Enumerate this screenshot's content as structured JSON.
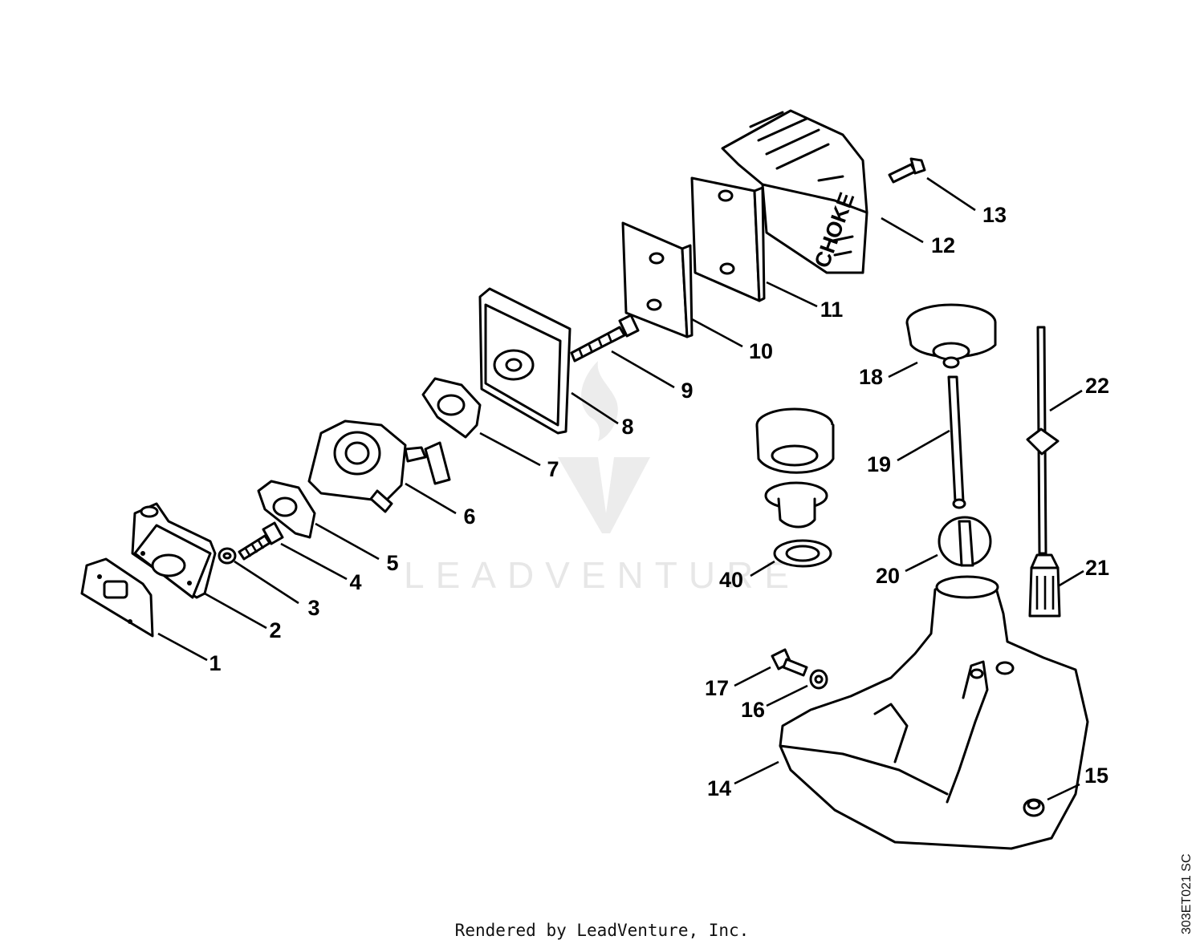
{
  "watermark": {
    "text": "LEADVENTURE"
  },
  "callouts": [
    {
      "id": "1",
      "label": "1"
    },
    {
      "id": "2",
      "label": "2"
    },
    {
      "id": "3",
      "label": "3"
    },
    {
      "id": "4",
      "label": "4"
    },
    {
      "id": "5",
      "label": "5"
    },
    {
      "id": "6",
      "label": "6"
    },
    {
      "id": "7",
      "label": "7"
    },
    {
      "id": "8",
      "label": "8"
    },
    {
      "id": "9",
      "label": "9"
    },
    {
      "id": "10",
      "label": "10"
    },
    {
      "id": "11",
      "label": "11"
    },
    {
      "id": "12",
      "label": "12"
    },
    {
      "id": "13",
      "label": "13"
    },
    {
      "id": "14",
      "label": "14"
    },
    {
      "id": "15",
      "label": "15"
    },
    {
      "id": "16",
      "label": "16"
    },
    {
      "id": "17",
      "label": "17"
    },
    {
      "id": "18",
      "label": "18"
    },
    {
      "id": "19",
      "label": "19"
    },
    {
      "id": "20",
      "label": "20"
    },
    {
      "id": "21",
      "label": "21"
    },
    {
      "id": "22",
      "label": "22"
    },
    {
      "id": "40",
      "label": "40"
    }
  ],
  "choke_label": "CHOKE",
  "footer": "Rendered by LeadVenture, Inc.",
  "drawing_code": "303ET021 SC"
}
